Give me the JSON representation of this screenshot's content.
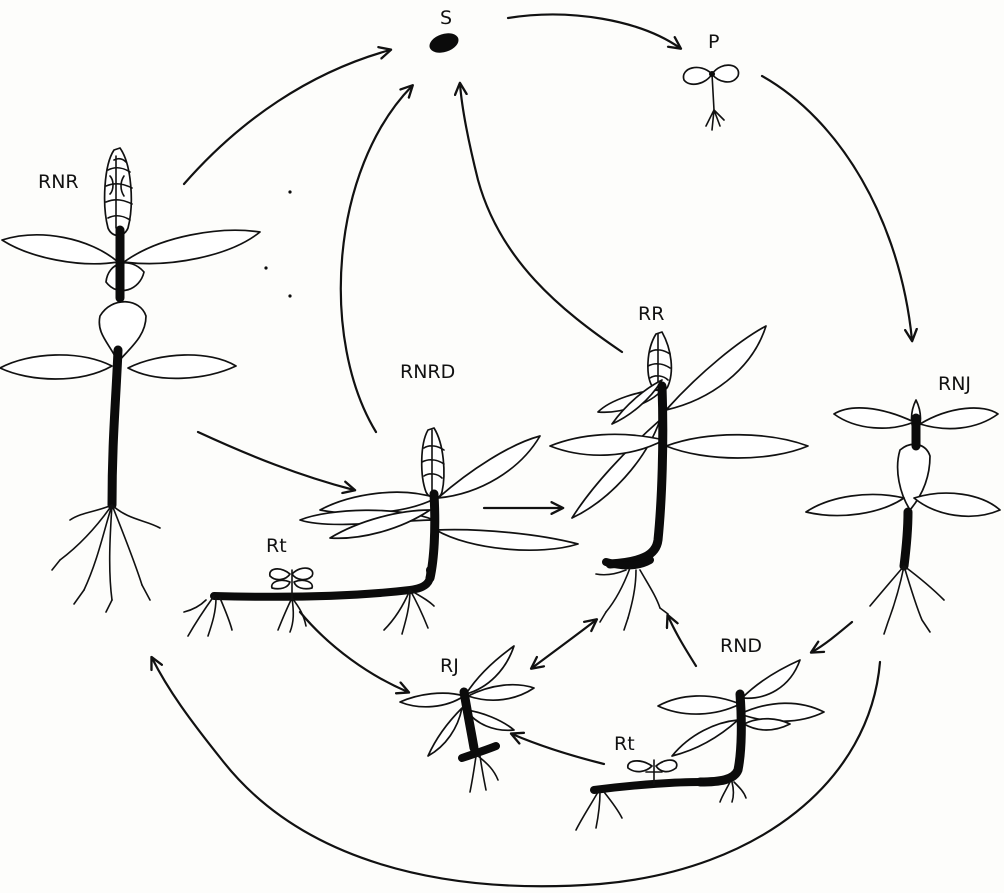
{
  "labels": {
    "seed": "S",
    "plantlet": "P",
    "rnr": "RNR",
    "rnrd": "RNRD",
    "rr": "RR",
    "rnj": "RNJ",
    "rnd": "RND",
    "rj": "RJ",
    "rt_left": "Rt",
    "rt_right": "Rt"
  }
}
